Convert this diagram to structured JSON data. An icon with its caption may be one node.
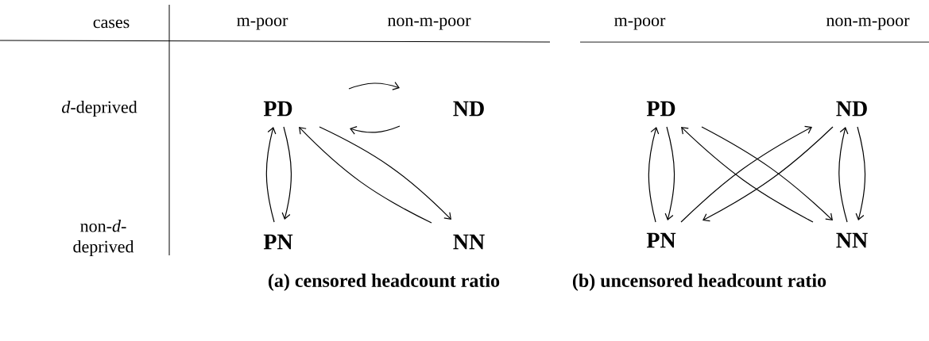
{
  "diagram": {
    "nodes": [
      {
        "text": [
          "PD"
        ]
      },
      {
        "text": [
          "ND"
        ]
      },
      {
        "text": [
          "PN"
        ]
      },
      {
        "text": [
          "NN"
        ]
      },
      {
        "text": [
          "PD"
        ]
      },
      {
        "text": [
          "ND"
        ]
      },
      {
        "text": [
          "PN"
        ]
      },
      {
        "text": [
          "NN"
        ]
      }
    ],
    "edges": [
      {
        "from": 0,
        "to": 1,
        "arrow": "to"
      },
      {
        "from": 1,
        "to": 0,
        "arrow": "to"
      },
      {
        "from": 2,
        "to": 0,
        "arrow": "to"
      },
      {
        "from": 0,
        "to": 2,
        "arrow": "to"
      },
      {
        "from": 0,
        "to": 3,
        "arrow": "to"
      },
      {
        "from": 3,
        "to": 0,
        "arrow": "to"
      },
      {
        "from": 6,
        "to": 4,
        "arrow": "to"
      },
      {
        "from": 4,
        "to": 6,
        "arrow": "to"
      },
      {
        "from": 7,
        "to": 5,
        "arrow": "to"
      },
      {
        "from": 5,
        "to": 7,
        "arrow": "to"
      },
      {
        "from": 4,
        "to": 7,
        "arrow": "to"
      },
      {
        "from": 7,
        "to": 4,
        "arrow": "to"
      },
      {
        "from": 6,
        "to": 5,
        "arrow": "to"
      },
      {
        "from": 5,
        "to": 6,
        "arrow": "to"
      }
    ],
    "labels": [
      "cases",
      "m-poor",
      "non-m-poor",
      "m-poor",
      "non-m-poor",
      "*d*-deprived",
      "non-*d*-deprived",
      "(a) censored headcount ratio",
      "(b) uncensored headcount ratio"
    ]
  }
}
